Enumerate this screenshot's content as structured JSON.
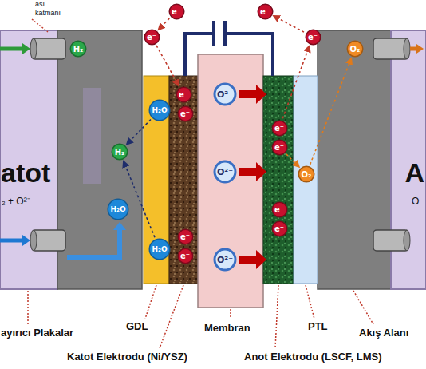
{
  "diagram": {
    "nodes": [
      {
        "text": [
          "e⁻"
        ]
      },
      {
        "text": [
          "e⁻"
        ]
      },
      {
        "text": [
          "e⁻"
        ]
      },
      {
        "text": [
          "e⁻"
        ]
      },
      {
        "text": [
          "H₂"
        ]
      },
      {
        "text": [
          "O₂"
        ]
      },
      {
        "text": [
          "e⁻"
        ]
      },
      {
        "text": [
          "H₂O"
        ]
      },
      {
        "text": [
          "e⁻"
        ]
      },
      {
        "text": [
          "O²⁻"
        ]
      },
      {
        "text": [
          "e⁻"
        ]
      },
      {
        "text": [
          "e⁻"
        ]
      },
      {
        "text": [
          "H₂"
        ]
      },
      {
        "text": [
          "O₂"
        ]
      },
      {
        "text": [
          "O²⁻"
        ]
      },
      {
        "text": [
          "e⁻"
        ]
      },
      {
        "text": [
          "e⁻"
        ]
      },
      {
        "text": [
          "H₂O"
        ]
      },
      {
        "text": [
          "H₂O"
        ]
      },
      {
        "text": [
          "e⁻"
        ]
      },
      {
        "text": [
          "e⁻"
        ]
      },
      {
        "text": [
          "O²⁻"
        ]
      }
    ],
    "edges": [
      {
        "from": 10,
        "to": 3,
        "arrow": "to"
      },
      {
        "from": 3,
        "to": 1,
        "arrow": "to"
      },
      {
        "from": 0,
        "to": 2,
        "arrow": "to"
      },
      {
        "from": 2,
        "to": 6,
        "arrow": "to"
      },
      {
        "from": 7,
        "to": 12,
        "arrow": "to"
      },
      {
        "from": 18,
        "to": 12,
        "arrow": "to"
      },
      {
        "from": 11,
        "to": 13,
        "arrow": "to"
      },
      {
        "from": 13,
        "to": 5,
        "arrow": "to"
      }
    ],
    "labels": [
      "ası",
      "katmanı",
      "atot",
      "₂ + O²⁻",
      "A",
      "O",
      "ayırıcı Plakalar",
      "GDL",
      "Membran",
      "PTL",
      "Akış Alanı",
      "Katot Elektrodu (Ni/YSZ)",
      "Anot Elektrodu (LSCF, LMS)"
    ]
  }
}
